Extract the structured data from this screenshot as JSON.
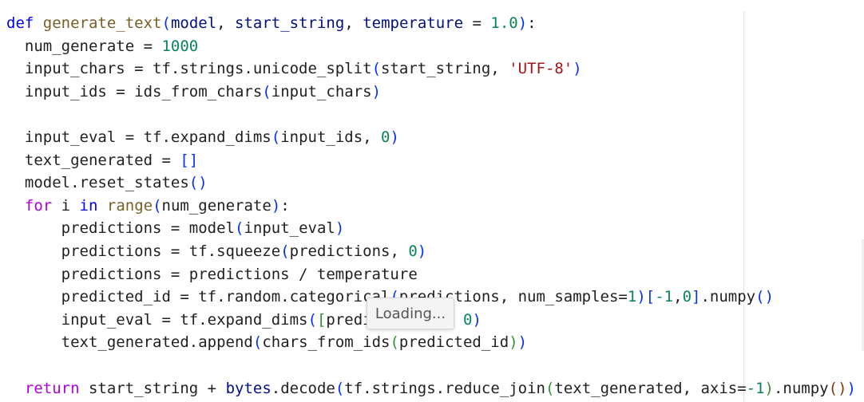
{
  "colors": {
    "keyword": "#0000ff",
    "control_keyword": "#af00db",
    "function": "#795e26",
    "parameter": "#001080",
    "number": "#098658",
    "string": "#a31515",
    "bracket_level_1": "#0431fa",
    "bracket_level_2": "#319331",
    "bracket_level_3": "#7b3814",
    "plain": "#1f1f1f"
  },
  "tooltip": {
    "text": "Loading..."
  },
  "code_lines": [
    [
      {
        "text": "def ",
        "c": "keyword"
      },
      {
        "text": "generate_text",
        "c": "function"
      },
      {
        "text": "(",
        "c": "bracket_level_1"
      },
      {
        "text": "model",
        "c": "parameter"
      },
      {
        "text": ", ",
        "c": "plain"
      },
      {
        "text": "start_string",
        "c": "parameter"
      },
      {
        "text": ", ",
        "c": "plain"
      },
      {
        "text": "temperature",
        "c": "parameter"
      },
      {
        "text": " = ",
        "c": "plain"
      },
      {
        "text": "1.0",
        "c": "number"
      },
      {
        "text": ")",
        "c": "bracket_level_1"
      },
      {
        "text": ":",
        "c": "plain"
      }
    ],
    [
      {
        "text": "  num_generate = ",
        "c": "plain"
      },
      {
        "text": "1000",
        "c": "number"
      }
    ],
    [
      {
        "text": "  input_chars = tf.strings.unicode_split",
        "c": "plain"
      },
      {
        "text": "(",
        "c": "bracket_level_1"
      },
      {
        "text": "start_string, ",
        "c": "plain"
      },
      {
        "text": "'UTF-8'",
        "c": "string"
      },
      {
        "text": ")",
        "c": "bracket_level_1"
      }
    ],
    [
      {
        "text": "  input_ids = ids_from_chars",
        "c": "plain"
      },
      {
        "text": "(",
        "c": "bracket_level_1"
      },
      {
        "text": "input_chars",
        "c": "plain"
      },
      {
        "text": ")",
        "c": "bracket_level_1"
      }
    ],
    [],
    [
      {
        "text": "  input_eval = tf.expand_dims",
        "c": "plain"
      },
      {
        "text": "(",
        "c": "bracket_level_1"
      },
      {
        "text": "input_ids, ",
        "c": "plain"
      },
      {
        "text": "0",
        "c": "number"
      },
      {
        "text": ")",
        "c": "bracket_level_1"
      }
    ],
    [
      {
        "text": "  text_generated = ",
        "c": "plain"
      },
      {
        "text": "[]",
        "c": "bracket_level_1"
      }
    ],
    [
      {
        "text": "  model.reset_states",
        "c": "plain"
      },
      {
        "text": "()",
        "c": "bracket_level_1"
      }
    ],
    [
      {
        "text": "  ",
        "c": "plain"
      },
      {
        "text": "for",
        "c": "control_keyword"
      },
      {
        "text": " i ",
        "c": "plain"
      },
      {
        "text": "in",
        "c": "keyword"
      },
      {
        "text": " ",
        "c": "plain"
      },
      {
        "text": "range",
        "c": "function"
      },
      {
        "text": "(",
        "c": "bracket_level_1"
      },
      {
        "text": "num_generate",
        "c": "plain"
      },
      {
        "text": ")",
        "c": "bracket_level_1"
      },
      {
        "text": ":",
        "c": "plain"
      }
    ],
    [
      {
        "text": "      predictions = model",
        "c": "plain"
      },
      {
        "text": "(",
        "c": "bracket_level_1"
      },
      {
        "text": "input_eval",
        "c": "plain"
      },
      {
        "text": ")",
        "c": "bracket_level_1"
      }
    ],
    [
      {
        "text": "      predictions = tf.squeeze",
        "c": "plain"
      },
      {
        "text": "(",
        "c": "bracket_level_1"
      },
      {
        "text": "predictions, ",
        "c": "plain"
      },
      {
        "text": "0",
        "c": "number"
      },
      {
        "text": ")",
        "c": "bracket_level_1"
      }
    ],
    [
      {
        "text": "      predictions = predictions / temperature",
        "c": "plain"
      }
    ],
    [
      {
        "text": "      predicted_id = tf.random.categorical",
        "c": "plain"
      },
      {
        "text": "(",
        "c": "bracket_level_1"
      },
      {
        "text": "predictions, num_samples=",
        "c": "plain"
      },
      {
        "text": "1",
        "c": "number"
      },
      {
        "text": ")",
        "c": "bracket_level_1"
      },
      {
        "text": "[",
        "c": "bracket_level_1"
      },
      {
        "text": "-1",
        "c": "number"
      },
      {
        "text": ",",
        "c": "plain"
      },
      {
        "text": "0",
        "c": "number"
      },
      {
        "text": "]",
        "c": "bracket_level_1"
      },
      {
        "text": ".numpy",
        "c": "plain"
      },
      {
        "text": "()",
        "c": "bracket_level_1"
      }
    ],
    [
      {
        "text": "      input_eval = tf.expand_dims",
        "c": "plain"
      },
      {
        "text": "(",
        "c": "bracket_level_1"
      },
      {
        "text": "[",
        "c": "bracket_level_2"
      },
      {
        "text": "predicted_id",
        "c": "plain"
      },
      {
        "text": "]",
        "c": "bracket_level_2"
      },
      {
        "text": ", ",
        "c": "plain"
      },
      {
        "text": "0",
        "c": "number"
      },
      {
        "text": ")",
        "c": "bracket_level_1"
      }
    ],
    [
      {
        "text": "      text_generated.append",
        "c": "plain"
      },
      {
        "text": "(",
        "c": "bracket_level_1"
      },
      {
        "text": "chars_from_ids",
        "c": "plain"
      },
      {
        "text": "(",
        "c": "bracket_level_2"
      },
      {
        "text": "predicted_id",
        "c": "plain"
      },
      {
        "text": ")",
        "c": "bracket_level_2"
      },
      {
        "text": ")",
        "c": "bracket_level_1"
      }
    ],
    [],
    [
      {
        "text": "  ",
        "c": "plain"
      },
      {
        "text": "return",
        "c": "control_keyword"
      },
      {
        "text": " start_string + ",
        "c": "plain"
      },
      {
        "text": "bytes",
        "c": "parameter"
      },
      {
        "text": ".decode",
        "c": "plain"
      },
      {
        "text": "(",
        "c": "bracket_level_1"
      },
      {
        "text": "tf.strings.reduce_join",
        "c": "plain"
      },
      {
        "text": "(",
        "c": "bracket_level_2"
      },
      {
        "text": "text_generated, axis=",
        "c": "plain"
      },
      {
        "text": "-1",
        "c": "number"
      },
      {
        "text": ")",
        "c": "bracket_level_2"
      },
      {
        "text": ".numpy",
        "c": "plain"
      },
      {
        "text": "()",
        "c": "bracket_level_3"
      },
      {
        "text": ")",
        "c": "bracket_level_1"
      }
    ]
  ]
}
